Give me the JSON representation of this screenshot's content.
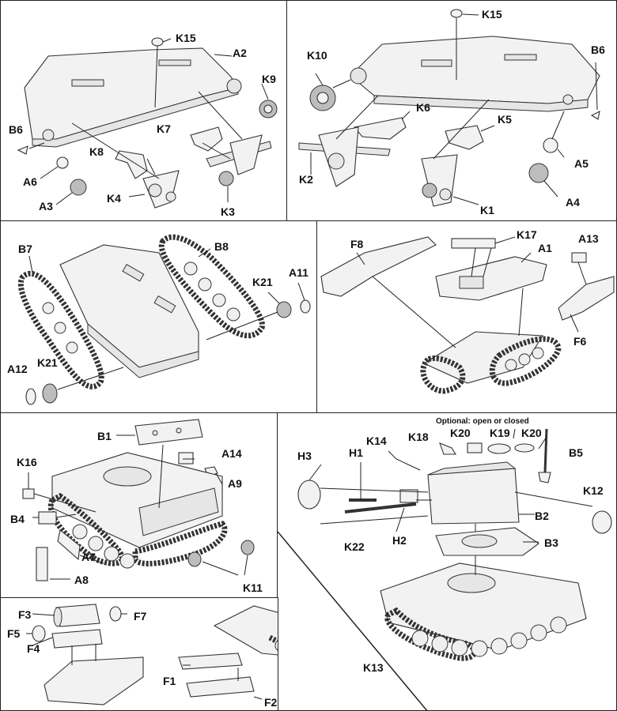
{
  "panels": {
    "p1": {
      "labels": {
        "k15": "K15",
        "a2": "A2",
        "k9": "K9",
        "b6": "B6",
        "a6": "A6",
        "a3": "A3",
        "k8": "K8",
        "k7": "K7",
        "k4": "K4",
        "k3": "K3"
      }
    },
    "p2": {
      "labels": {
        "k15": "K15",
        "k10": "K10",
        "b6": "B6",
        "k6": "K6",
        "k5": "K5",
        "k2": "K2",
        "a5": "A5",
        "a4": "A4",
        "k1": "K1"
      }
    },
    "p3": {
      "labels": {
        "b7": "B7",
        "b8": "B8",
        "k21a": "K21",
        "a11": "A11",
        "a12": "A12",
        "k21b": "K21"
      }
    },
    "p4": {
      "labels": {
        "f8": "F8",
        "k17": "K17",
        "a13": "A13",
        "a1": "A1",
        "f6": "F6"
      }
    },
    "p5": {
      "labels": {
        "b1": "B1",
        "a14": "A14",
        "a9": "A9",
        "k16": "K16",
        "b4": "B4",
        "a7": "A7",
        "a8": "A8",
        "k11": "K11"
      }
    },
    "p6": {
      "note": "Optional: open or closed",
      "labels": {
        "k14": "K14",
        "k18": "K18",
        "k20a": "K20",
        "k19": "K19",
        "k20b": "K20",
        "b5": "B5",
        "h3": "H3",
        "h1": "H1",
        "k12": "K12",
        "b2": "B2",
        "h2": "H2",
        "k22": "K22",
        "b3": "B3"
      }
    },
    "p7": {
      "labels": {
        "f3": "F3",
        "f7": "F7",
        "f5": "F5",
        "f4": "F4",
        "k13": "K13",
        "f1": "F1",
        "f2": "F2"
      }
    }
  }
}
